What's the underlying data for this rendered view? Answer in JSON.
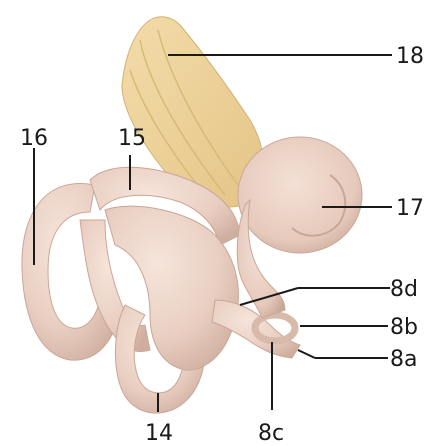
{
  "labels": {
    "l18": "18",
    "l17": "17",
    "l16": "16",
    "l15": "15",
    "l14": "14",
    "l8d": "8d",
    "l8b": "8b",
    "l8a": "8a",
    "l8c": "8c"
  },
  "colors": {
    "bony_labyrinth": "#e9cfc2",
    "bony_shadow": "#c9a797",
    "nerve": "#ecd39b",
    "nerve_stripe": "#d7b978",
    "leader": "#1a1a1a"
  }
}
